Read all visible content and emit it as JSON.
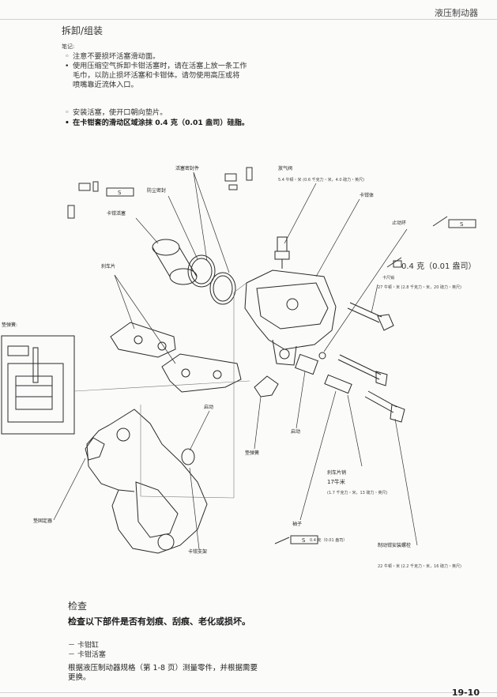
{
  "header": {
    "title": "液压制动器",
    "page_number": "19-10"
  },
  "section": {
    "title": "拆卸/组装",
    "note_label": "笔记:",
    "notes": [
      "注意不要损坏活塞滑动面。",
      "使用压缩空气拆卸卡钳活塞时，请在活塞上放一条工作",
      "毛巾，以防止损坏活塞和卡钳体。请勿使用高压或将",
      "喷嘴靠近流体入口。"
    ],
    "notes2": [
      "安装活塞，使开口朝向垫片。",
      "在卡钳套的滑动区域涂抹 0.4 克（0.01 盎司）硅脂。"
    ]
  },
  "diagram": {
    "labels": {
      "piston_seal": "活塞密封件",
      "bleed_valve": "放气阀",
      "bleed_valve_torque": "5.4 牛顿・米 (0.6 千克力・米，4.0 磅力・英尺)",
      "dust_seal": "防尘密封",
      "caliper_body": "卡钳体",
      "caliper_piston": "卡钳活塞",
      "stop_ring": "止动环",
      "grease_amount": "0.4 克（0.01 盎司）",
      "caliper_bolt": "卡尺销",
      "caliper_bolt_torque": "27 牛顿・米 (2.8 千克力・米，20 磅力・英尺)",
      "brake_pads": "刹车片",
      "pad_spring_detail": "垫弹簧:",
      "boot_upper": "启动",
      "boot_lower": "启动",
      "pad_spring": "垫弹簧",
      "pad_pin": "刹车片销",
      "pad_pin_torque": "17牛米",
      "pad_pin_torque_detail": "(1.7 千克力・米，13 磅力・英尺)",
      "pad_retainer": "垫固定器",
      "collar": "袖子",
      "collar_grease": "0.4 克（0.01 盎司）",
      "mounting_bolt": "制动钳安装螺栓",
      "mounting_bolt_torque": "22 牛顿・米 (2.2 千克力・米，16 磅力・英尺)",
      "caliper_bracket": "卡钳支架"
    }
  },
  "inspection": {
    "title": "检查",
    "body": "检查以下部件是否有划痕、刮痕、老化或损坏。",
    "items": [
      "－ 卡钳缸",
      "－ 卡钳活塞"
    ],
    "final": [
      "根据液压制动器规格（第 1-8 页）测量零件，并根据需要",
      "更换。"
    ]
  }
}
